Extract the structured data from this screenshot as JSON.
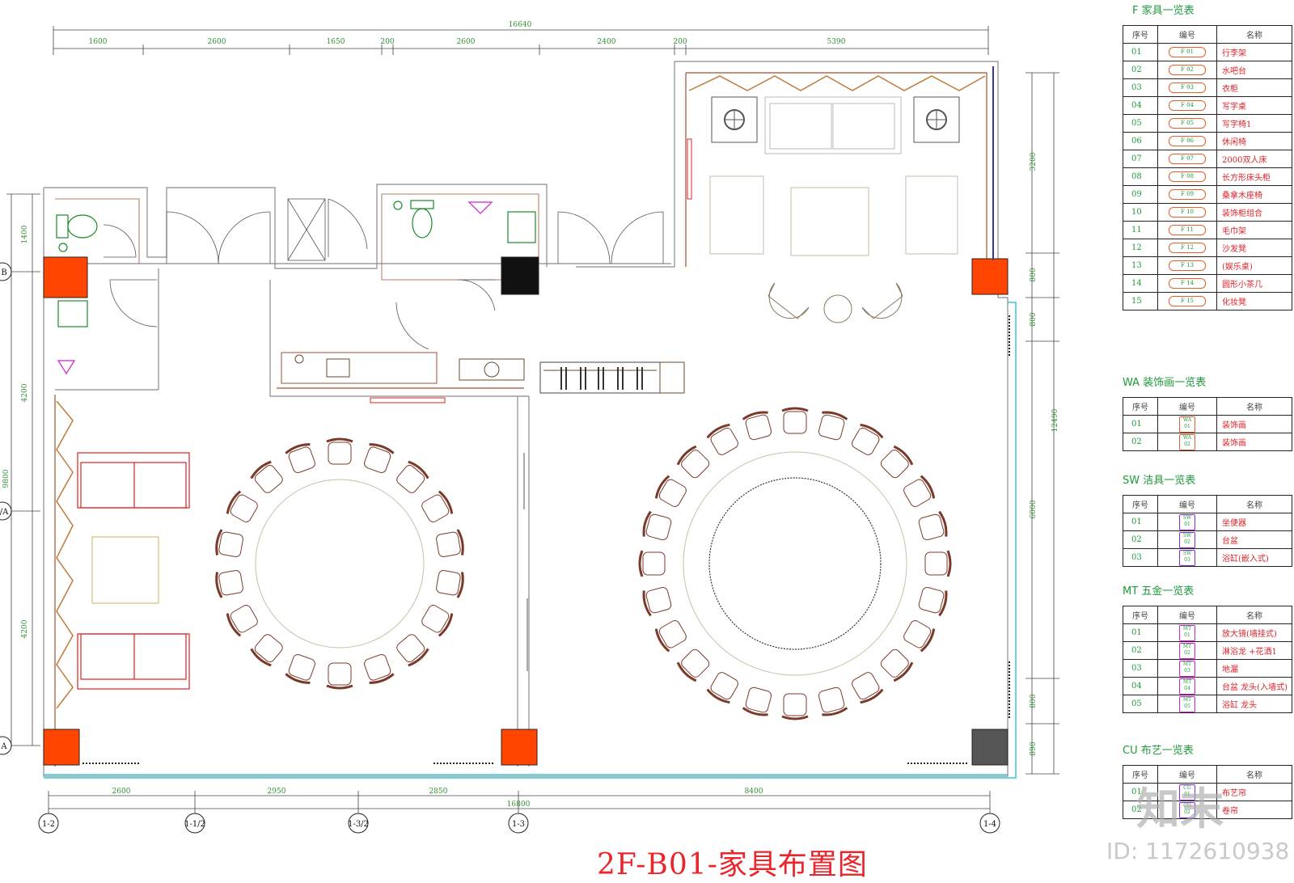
{
  "title": "2F-B01-家具布置图",
  "dims_top": {
    "total": "16640",
    "segments": [
      "1600",
      "2600",
      "1650",
      "200",
      "2600",
      "2400",
      "200",
      "5390"
    ]
  },
  "dims_bottom": {
    "total": "16800",
    "segments": [
      "2600",
      "2950",
      "2850",
      "8400"
    ]
  },
  "dims_left": {
    "total": "9800",
    "segments": [
      "1400",
      "4200",
      "4200"
    ]
  },
  "dims_right": {
    "total": "12490",
    "segments": [
      "3200",
      "800",
      "800",
      "6000",
      "800",
      "890"
    ]
  },
  "axes_bottom": [
    "1-2",
    "1-1/2",
    "1-3/2",
    "1-3",
    "1-4"
  ],
  "axes_left": [
    "B",
    "/A",
    "A"
  ],
  "legends": {
    "furniture": {
      "title": "F  家具一览表",
      "headers": [
        "序号",
        "编号",
        "名称"
      ],
      "rows": [
        {
          "no": "01",
          "code": "F  01",
          "name": "行李架"
        },
        {
          "no": "02",
          "code": "F  02",
          "name": "水吧台"
        },
        {
          "no": "03",
          "code": "F  03",
          "name": "衣柜"
        },
        {
          "no": "04",
          "code": "F  04",
          "name": "写字桌"
        },
        {
          "no": "05",
          "code": "F  05",
          "name": "写字椅1"
        },
        {
          "no": "06",
          "code": "F  06",
          "name": "休闲椅"
        },
        {
          "no": "07",
          "code": "F  07",
          "name": "2000双人床"
        },
        {
          "no": "08",
          "code": "F  08",
          "name": "长方形床头柜"
        },
        {
          "no": "09",
          "code": "F  09",
          "name": "桑拿木座椅"
        },
        {
          "no": "10",
          "code": "F  10",
          "name": "装饰柜组合"
        },
        {
          "no": "11",
          "code": "F  11",
          "name": "毛巾架"
        },
        {
          "no": "12",
          "code": "F  12",
          "name": "沙发凳"
        },
        {
          "no": "13",
          "code": "F  13",
          "name": "(娱乐桌)"
        },
        {
          "no": "14",
          "code": "F  14",
          "name": "圆形小茶几"
        },
        {
          "no": "15",
          "code": "F  15",
          "name": "化妆凳"
        }
      ]
    },
    "art": {
      "title": "WA  装饰画一览表",
      "headers": [
        "序号",
        "编号",
        "名称"
      ],
      "rows": [
        {
          "no": "01",
          "code": "WA 01",
          "name": "装饰画"
        },
        {
          "no": "02",
          "code": "WA 02",
          "name": "装饰画"
        }
      ]
    },
    "sanitary": {
      "title": "SW  洁具一览表",
      "headers": [
        "序号",
        "编号",
        "名称"
      ],
      "rows": [
        {
          "no": "01",
          "code": "SW 01",
          "name": "坐便器"
        },
        {
          "no": "02",
          "code": "SW 02",
          "name": "台盆"
        },
        {
          "no": "03",
          "code": "SW 03",
          "name": "浴缸(嵌入式)"
        }
      ]
    },
    "hardware": {
      "title": "MT  五金一览表",
      "headers": [
        "序号",
        "编号",
        "名称"
      ],
      "rows": [
        {
          "no": "01",
          "code": "MT 01",
          "name": "放大镜(墙挂式)"
        },
        {
          "no": "02",
          "code": "MT 02",
          "name": "淋浴龙  +花洒1"
        },
        {
          "no": "03",
          "code": "MT 03",
          "name": "地漏"
        },
        {
          "no": "04",
          "code": "MT 04",
          "name": "台盆 龙头(入墙式)"
        },
        {
          "no": "05",
          "code": "MT 05",
          "name": "浴缸 龙头"
        }
      ]
    },
    "fabric": {
      "title": "CU  布艺一览表",
      "headers": [
        "序号",
        "编号",
        "名称"
      ],
      "rows": [
        {
          "no": "01",
          "code": "CU 01",
          "name": "布艺帘"
        },
        {
          "no": "02",
          "code": "CU 02",
          "name": "卷帘"
        }
      ]
    }
  },
  "watermark": {
    "logo": "知末",
    "id": "ID: 1172610938"
  },
  "colors": {
    "wall": "#8a8a8a",
    "wall_brown": "#a0522d",
    "furniture": "#b05a3a",
    "column": "#ff4500",
    "sofa": "#e02020",
    "dim": "#2f8f2f",
    "glass": "#38c8d8",
    "sanitary": "#1a8a2a",
    "magenta": "#d020d0"
  }
}
